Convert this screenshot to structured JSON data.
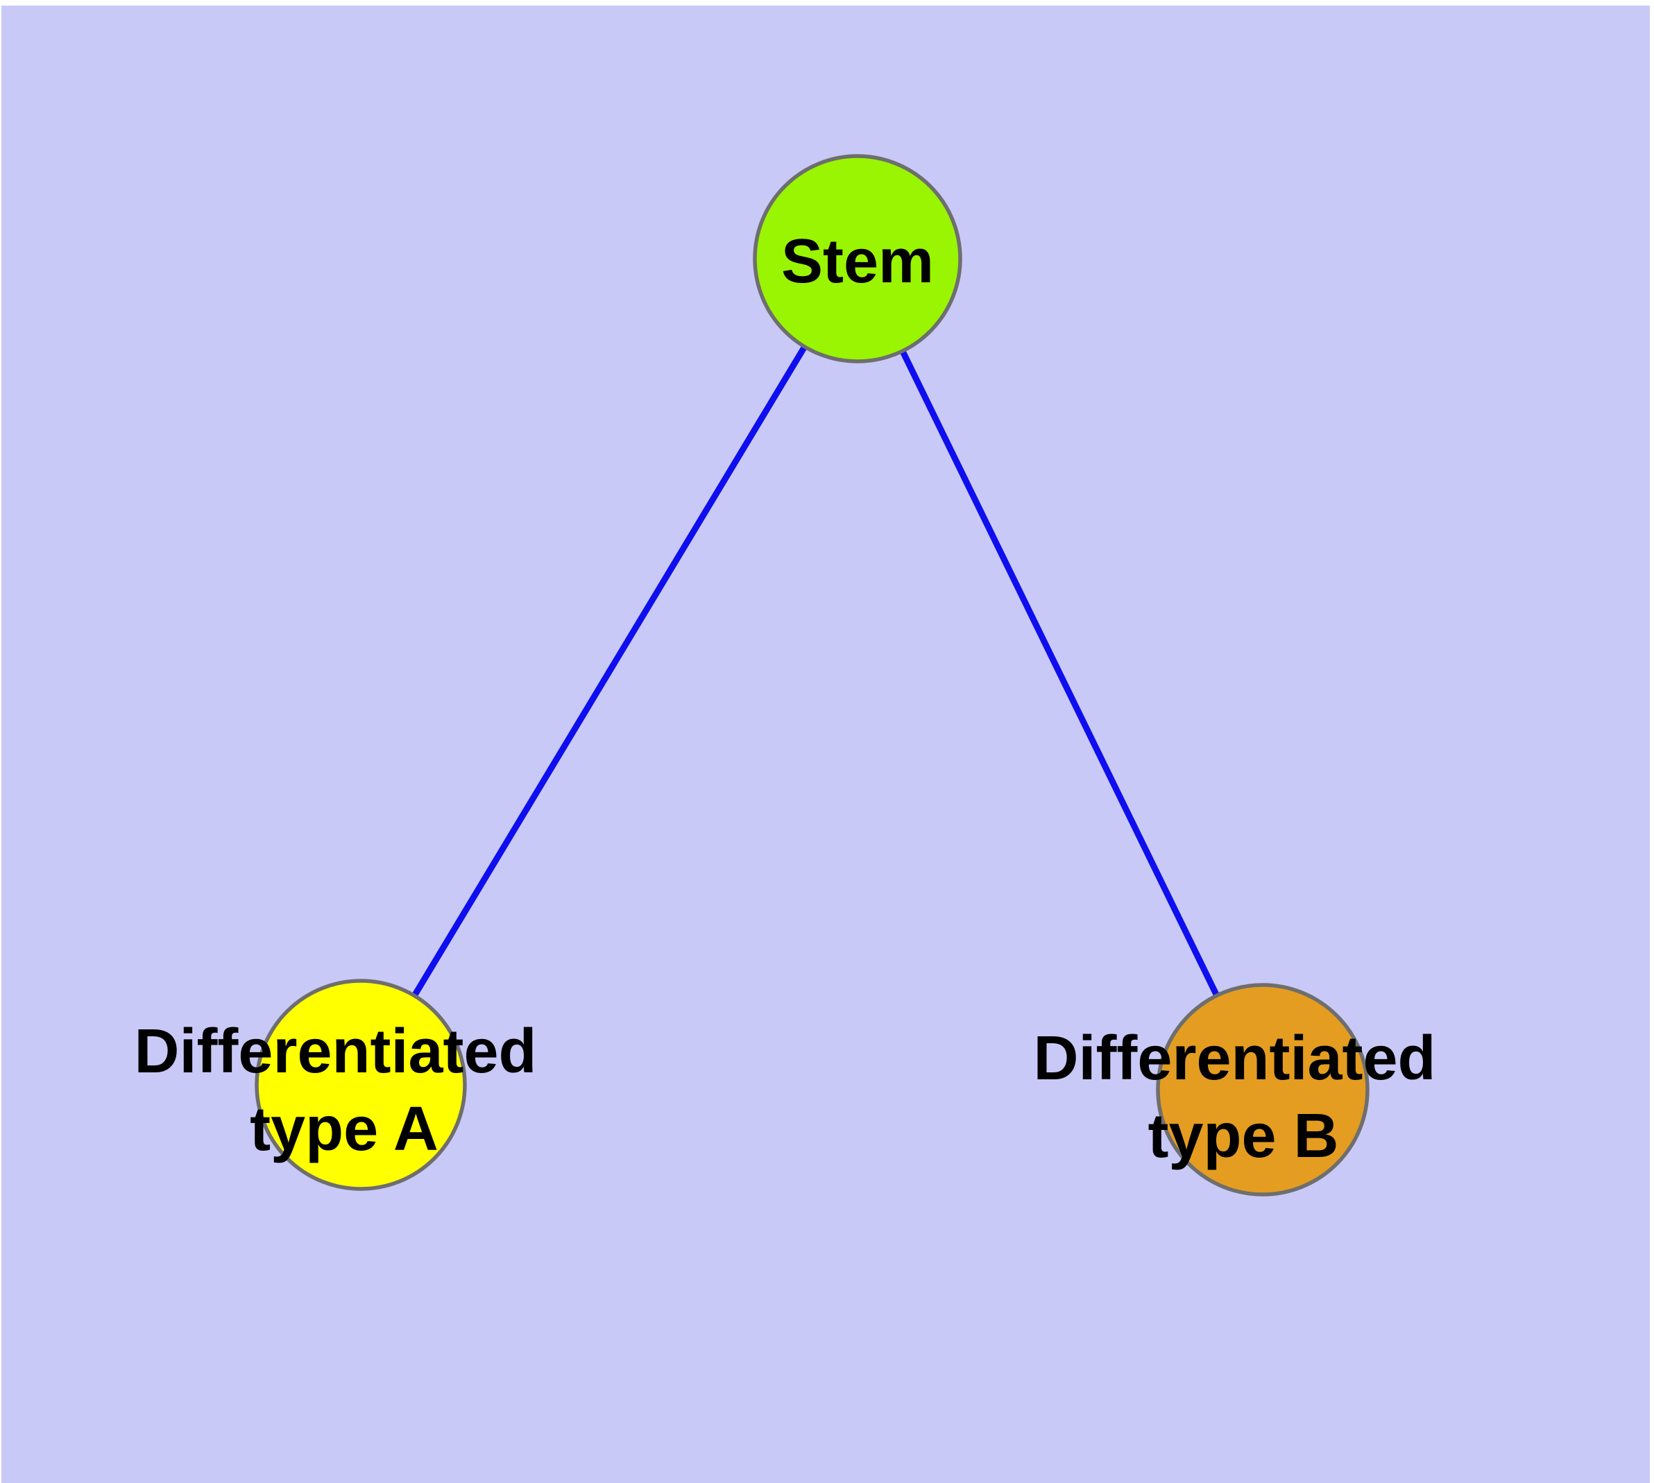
{
  "page": {
    "background_color": "#FFFFFF"
  },
  "plot": {
    "background_color": "#C9C9F8"
  },
  "graph": {
    "nodes": [
      {
        "id": "stem",
        "label": "Stem",
        "fill_color": "#99F501",
        "border_color": "#6E6E6E",
        "text_color": "#000000"
      },
      {
        "id": "differentiated-type-a",
        "label": "Differentiated type A",
        "label_line1": "Differentiated",
        "label_line2": "type A",
        "fill_color": "#FFFF00",
        "border_color": "#6E6E6E",
        "text_color": "#000000"
      },
      {
        "id": "differentiated-type-b",
        "label": "Differentiated type B",
        "label_line1": "Differentiated",
        "label_line2": "type B",
        "fill_color": "#E49D20",
        "border_color": "#6E6E6E",
        "text_color": "#000000"
      }
    ],
    "edges": [
      {
        "from": "stem",
        "to": "differentiated-type-a",
        "color": "#0E0EEE"
      },
      {
        "from": "stem",
        "to": "differentiated-type-b",
        "color": "#0E0EEE"
      }
    ]
  }
}
